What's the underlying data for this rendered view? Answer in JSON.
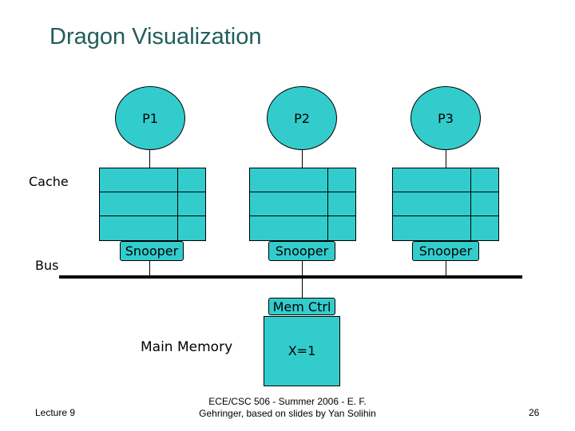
{
  "title": "Dragon Visualization",
  "labels": {
    "cache": "Cache",
    "bus": "Bus",
    "main_memory": "Main Memory"
  },
  "processors": [
    {
      "label": "P1",
      "snooper": "Snooper"
    },
    {
      "label": "P2",
      "snooper": "Snooper"
    },
    {
      "label": "P3",
      "snooper": "Snooper"
    }
  ],
  "memory": {
    "controller": "Mem Ctrl",
    "value": "X=1"
  },
  "footer": {
    "left": "Lecture 9",
    "center_line1": "ECE/CSC 506 - Summer 2006 - E. F.",
    "center_line2": "Gehringer, based on slides by Yan Solihin",
    "page": "26"
  },
  "colors": {
    "node_fill": "#33cccc",
    "title": "#1f5e5a",
    "stroke": "#000000"
  }
}
